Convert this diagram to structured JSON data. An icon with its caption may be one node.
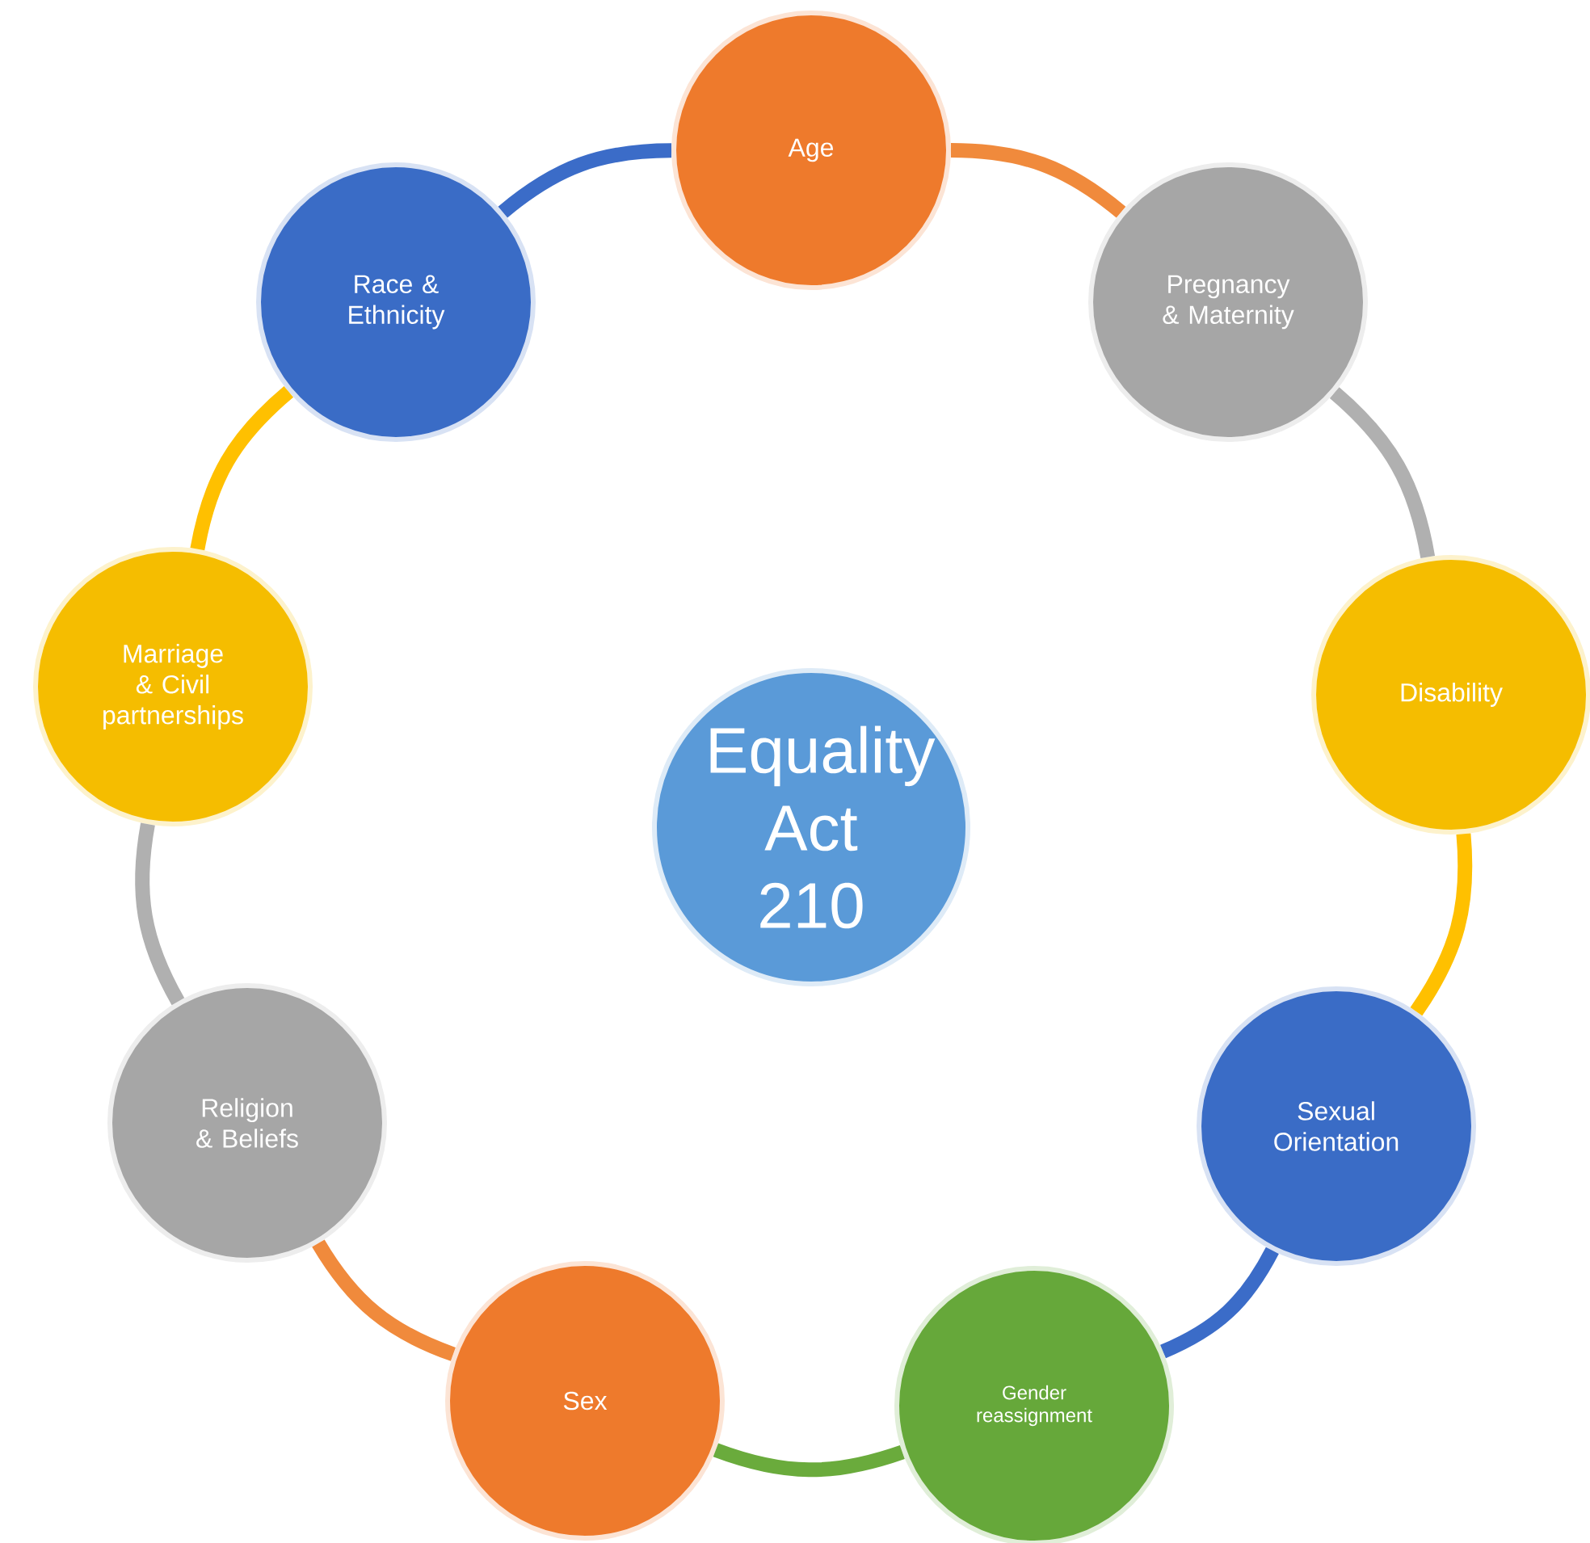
{
  "diagram": {
    "nodes": [
      {
        "text": [
          "Equality Act 210"
        ]
      },
      {
        "text": [
          "Age"
        ]
      },
      {
        "text": [
          "Pregnancy & Maternity"
        ]
      },
      {
        "text": [
          "Disability"
        ]
      },
      {
        "text": [
          "Sexual Orientation"
        ]
      },
      {
        "text": [
          "Gender reassignment"
        ]
      },
      {
        "text": [
          "Sex"
        ]
      },
      {
        "text": [
          "Religion & Beliefs"
        ]
      },
      {
        "text": [
          "Marriage & Civil partnerships"
        ]
      },
      {
        "text": [
          "Race & Ethnicity"
        ]
      }
    ],
    "edges": [
      {
        "from": 1,
        "to": 2,
        "arrow": "none",
        "color": "#f08a3c"
      },
      {
        "from": 2,
        "to": 3,
        "arrow": "none",
        "color": "#b0b0b0"
      },
      {
        "from": 3,
        "to": 4,
        "arrow": "none",
        "color": "#ffc000"
      },
      {
        "from": 4,
        "to": 5,
        "arrow": "none",
        "color": "#3b6cc8"
      },
      {
        "from": 5,
        "to": 6,
        "arrow": "none",
        "color": "#6aab3c"
      },
      {
        "from": 6,
        "to": 7,
        "arrow": "none",
        "color": "#f08a3c"
      },
      {
        "from": 7,
        "to": 8,
        "arrow": "none",
        "color": "#b0b0b0"
      },
      {
        "from": 8,
        "to": 9,
        "arrow": "none",
        "color": "#ffc000"
      },
      {
        "from": 9,
        "to": 1,
        "arrow": "none",
        "color": "#3b6cc8"
      }
    ]
  }
}
